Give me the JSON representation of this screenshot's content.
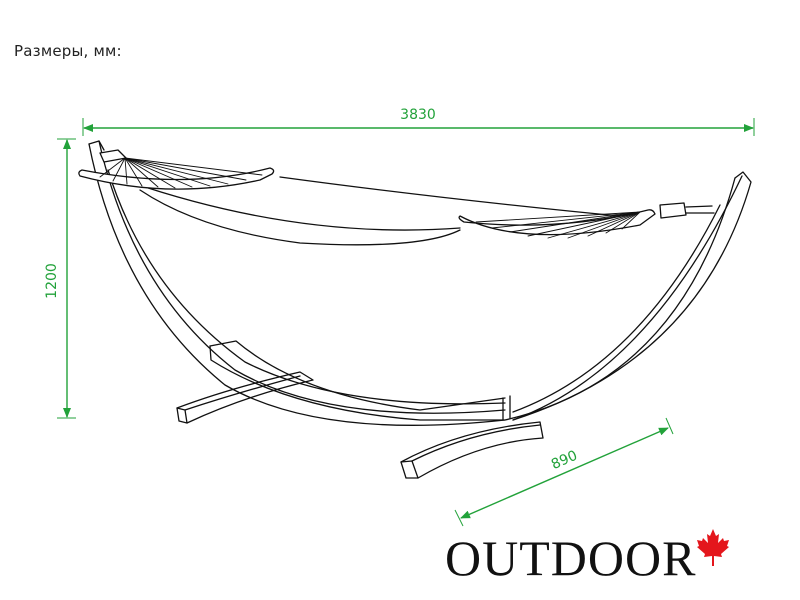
{
  "header": {
    "title": "Размеры, мм:"
  },
  "dimensions": {
    "width": {
      "label": "3830",
      "unit": "mm"
    },
    "height": {
      "label": "1200",
      "unit": "mm"
    },
    "depth": {
      "label": "890",
      "unit": "mm"
    }
  },
  "colors": {
    "dimension_line": "#22a23a",
    "drawing_stroke": "#111111",
    "logo_text": "#111111",
    "maple_leaf": "#e4161c"
  },
  "logo": {
    "text": "OUTDOOR",
    "icon": "maple-leaf-icon"
  }
}
